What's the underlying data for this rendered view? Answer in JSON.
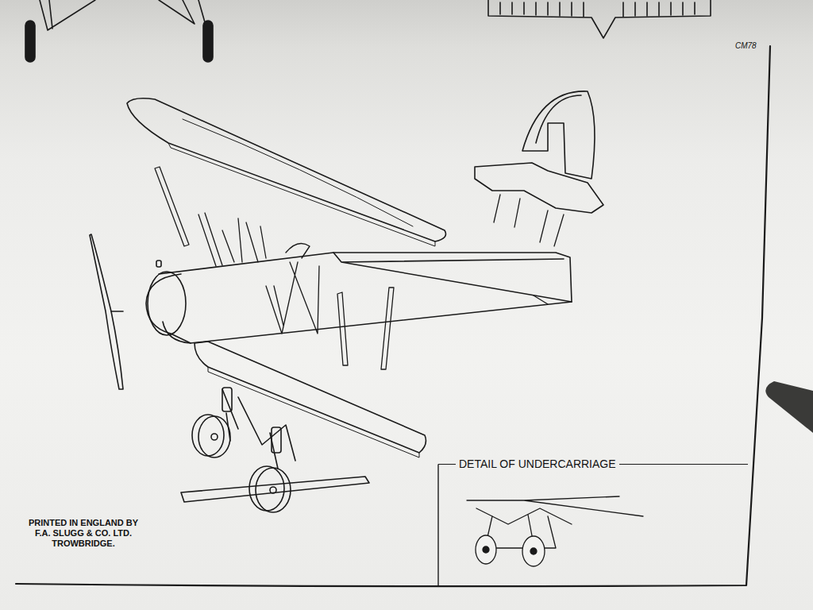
{
  "diagram": {
    "nodes": [
      {
        "text": [
          "DETAIL OF UNDERCARRIAGE"
        ]
      }
    ],
    "labels": [
      "CM78",
      "PRINTED IN ENGLAND BY F.A. SLUGG & CO. LTD. TROWBRIDGE."
    ]
  }
}
